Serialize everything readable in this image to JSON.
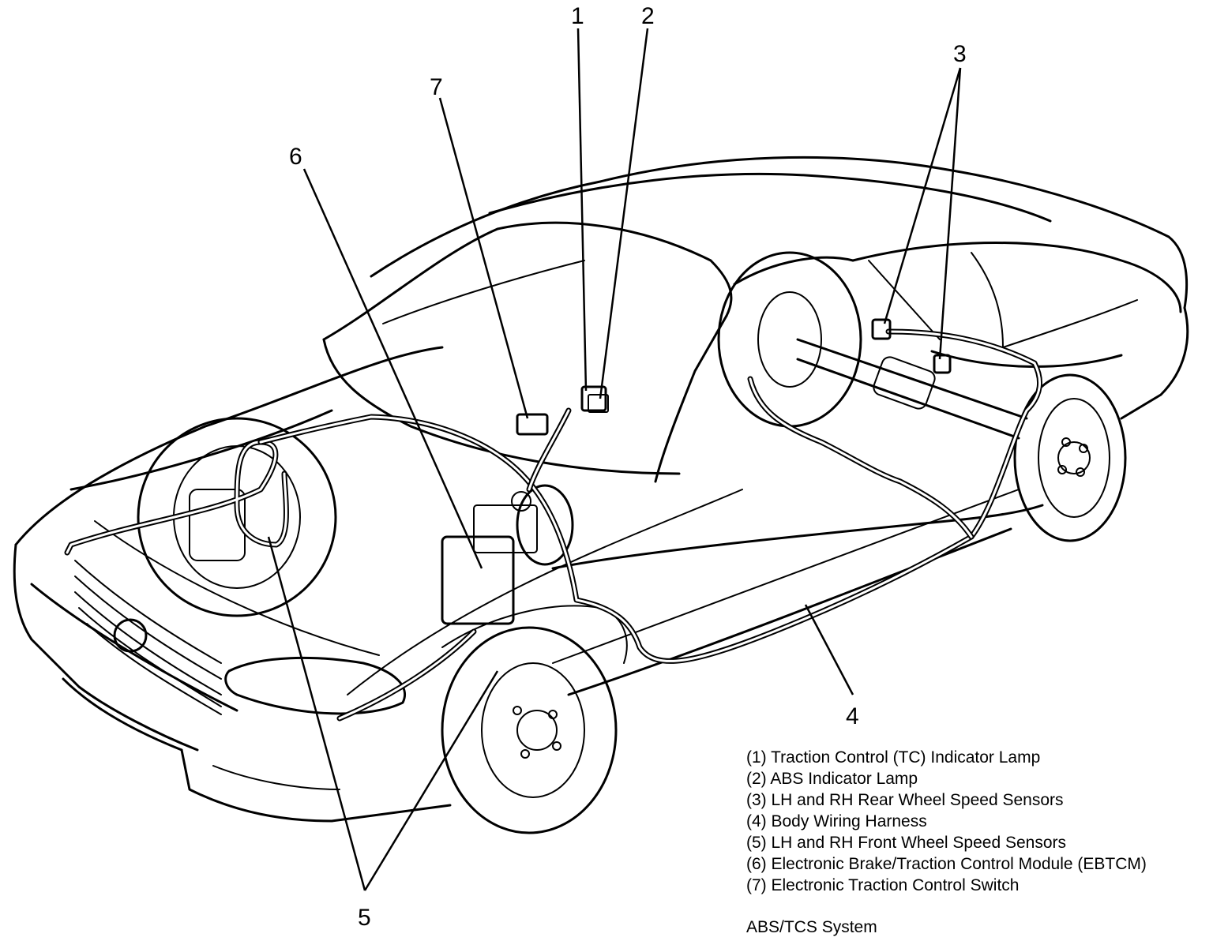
{
  "callouts": [
    {
      "id": "1",
      "label": "1"
    },
    {
      "id": "2",
      "label": "2"
    },
    {
      "id": "3",
      "label": "3"
    },
    {
      "id": "4",
      "label": "4"
    },
    {
      "id": "5",
      "label": "5"
    },
    {
      "id": "6",
      "label": "6"
    },
    {
      "id": "7",
      "label": "7"
    }
  ],
  "legend": [
    "(1) Traction Control (TC) Indicator Lamp",
    "(2) ABS Indicator Lamp",
    "(3) LH and RH Rear Wheel Speed Sensors",
    "(4) Body Wiring Harness",
    "(5) LH and RH Front Wheel Speed Sensors",
    "(6) Electronic Brake/Traction Control Module (EBTCM)",
    "(7) Electronic Traction Control Switch"
  ],
  "caption": "ABS/TCS System"
}
